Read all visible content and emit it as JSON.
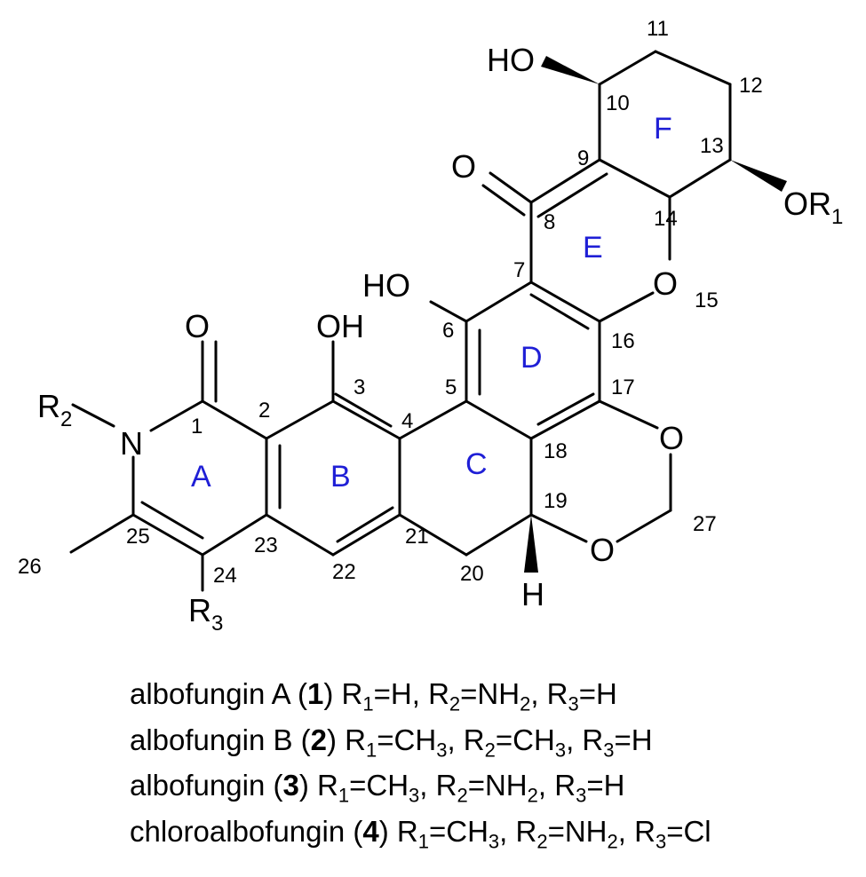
{
  "colors": {
    "bond": "#000000",
    "ring_label": "#1f1fd6",
    "background": "#ffffff"
  },
  "atom_labels": {
    "ho_top": "HO",
    "o8": "O",
    "or1": "OR",
    "or1_sub": "1",
    "ho6": "HO",
    "oh3": "OH",
    "o1": "O",
    "r2": "R",
    "r2_sub": "2",
    "n": "N",
    "o15": "O",
    "o17": "O",
    "o19": "O",
    "h19": "H",
    "r3": "R",
    "r3_sub": "3"
  },
  "ring_labels": [
    "A",
    "B",
    "C",
    "D",
    "E",
    "F"
  ],
  "numbers": {
    "n1": "1",
    "n2": "2",
    "n3": "3",
    "n4": "4",
    "n5": "5",
    "n6": "6",
    "n7": "7",
    "n8": "8",
    "n9": "9",
    "n10": "10",
    "n11": "11",
    "n12": "12",
    "n13": "13",
    "n14": "14",
    "n15": "15",
    "n16": "16",
    "n17": "17",
    "n18": "18",
    "n19": "19",
    "n20": "20",
    "n21": "21",
    "n22": "22",
    "n23": "23",
    "n24": "24",
    "n25": "25",
    "n26": "26",
    "n27": "27"
  },
  "compounds": [
    {
      "name": "albofungin A",
      "id": "1",
      "r1": "=H",
      "r2": "=NH",
      "r2_sub": "2",
      "r2_tail": "",
      "r3": "=H"
    },
    {
      "name": "albofungin B",
      "id": "2",
      "r1": "=CH",
      "r1_sub": "3",
      "r2": "=CH",
      "r2_sub": "3",
      "r2_tail": "",
      "r3": "=H"
    },
    {
      "name": "albofungin",
      "id": "3",
      "r1": "=CH",
      "r1_sub": "3",
      "r2": "=NH",
      "r2_sub": "2",
      "r2_tail": "",
      "r3": "=H"
    },
    {
      "name": "chloroalbofungin",
      "id": "4",
      "r1": "=CH",
      "r1_sub": "3",
      "r2": "=NH",
      "r2_sub": "2",
      "r2_tail": "",
      "r3": "=Cl"
    }
  ]
}
